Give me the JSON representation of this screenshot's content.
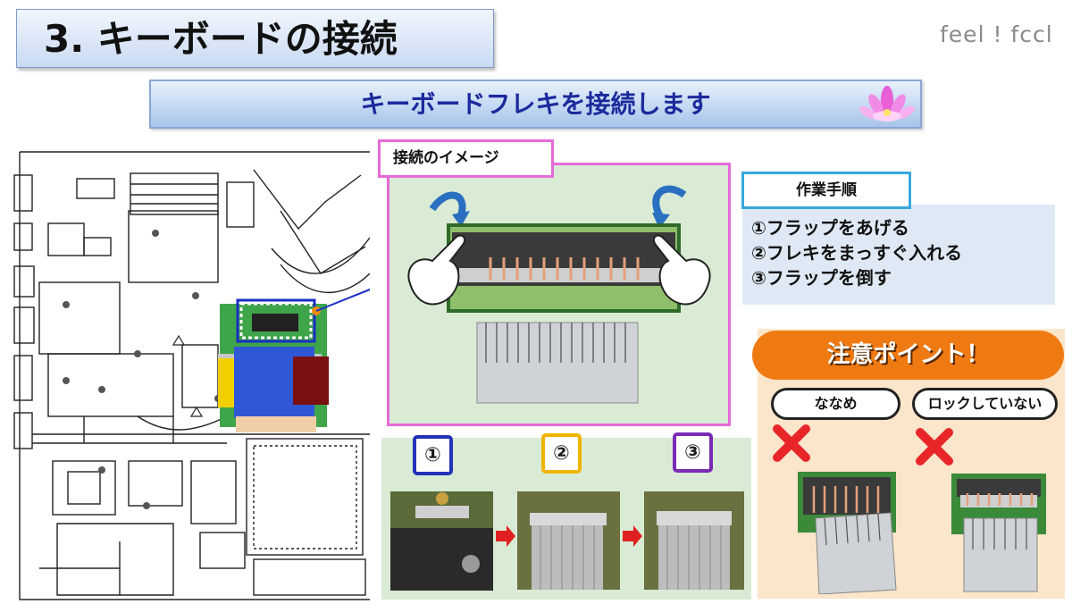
{
  "title": "3. キーボードの接続",
  "brand": "feel ! fccl",
  "subtitle": "キーボードフレキを接続します",
  "image_label": "接続のイメージ",
  "steps": {
    "label": "作業手順",
    "items": [
      "①フラップをあげる",
      "②フレキをまっすぐ入れる",
      "③フラップを倒す"
    ]
  },
  "sequence": [
    "①",
    "②",
    "③"
  ],
  "caution": {
    "title": "注意ポイント！",
    "cases": [
      "ななめ",
      "ロックしていない"
    ]
  },
  "colors": {
    "title_text": "#111111",
    "subtitle_text": "#1b2a9c",
    "pink_frame": "#e66ad8",
    "steps_frame": "#36a8de",
    "caution_orange": "#f07a12",
    "x_mark": "#e8262a",
    "badge_1": "#2233b8",
    "badge_2": "#f0b400",
    "badge_3": "#7a2bb5"
  }
}
